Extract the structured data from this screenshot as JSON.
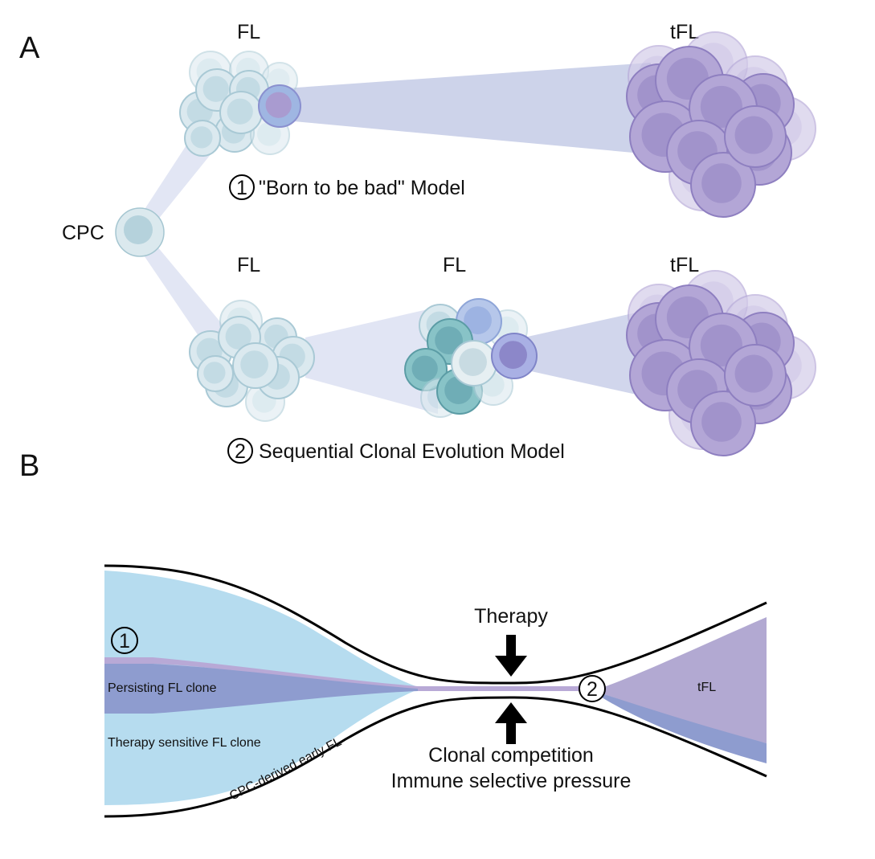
{
  "panel_a": {
    "label": "A",
    "stem_cell_label": "CPC",
    "model1": {
      "number": "1",
      "title": "\"Born to be bad\" Model",
      "stage_labels": [
        "FL",
        "tFL"
      ]
    },
    "model2": {
      "number": "2",
      "title": "Sequential Clonal Evolution Model",
      "stage_labels": [
        "FL",
        "FL",
        "tFL"
      ]
    }
  },
  "panel_b": {
    "label": "B",
    "marker1": "1",
    "marker2": "2",
    "persisting_clone": "Persisting FL clone",
    "sensitive_clone": "Therapy sensitive FL clone",
    "early_fl": "CPC-derived early FL",
    "tfl": "tFL",
    "therapy": "Therapy",
    "pressure_line1": "Clonal competition",
    "pressure_line2": "Immune selective pressure"
  },
  "colors": {
    "fl_cell_fill": "#c4dde6",
    "fl_cell_nucleus": "#a9cbd6",
    "fl_cell_stroke": "#8fb9c9",
    "teal_cell": "#6fadb6",
    "blue_cell": "#9fb6e2",
    "purple_cell": "#a99bd0",
    "tfl_fill": "#b3a6d6",
    "tfl_stroke": "#8e7fc0",
    "cone": "#d5daf0",
    "cone_dark": "#c5cbe6",
    "therapy_sensitive_area": "#b6dcef",
    "persisting_area": "#8e9ccf",
    "tfl_area": "#b2a9d2",
    "outline": "#000000"
  }
}
